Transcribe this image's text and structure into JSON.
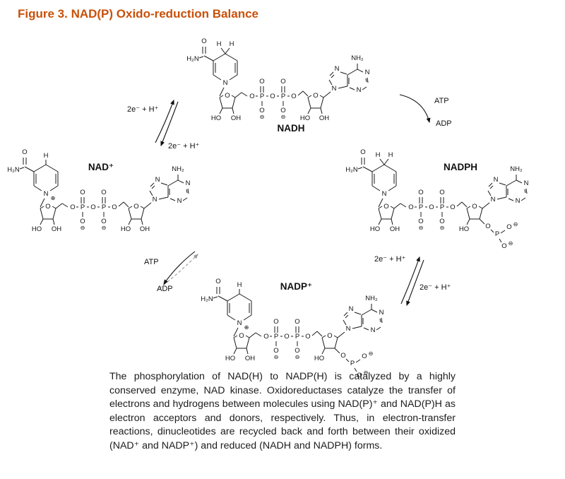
{
  "title": "Figure 3. NAD(P) Oxido-reduction Balance",
  "colors": {
    "title": "#c8500a",
    "bond": "#1a1a1a",
    "dashed_arrow": "#9a9a9a"
  },
  "molecules": [
    {
      "id": "nadh",
      "label": "NADH",
      "form": "reduced",
      "phospho": false
    },
    {
      "id": "nad",
      "label": "NAD⁺",
      "form": "oxidized",
      "phospho": false
    },
    {
      "id": "nadph",
      "label": "NADPH",
      "form": "reduced",
      "phospho": true
    },
    {
      "id": "nadp",
      "label": "NADP⁺",
      "form": "oxidized",
      "phospho": true
    }
  ],
  "atoms": {
    "h2n": "H₂N",
    "nh2": "NH₂",
    "o": "O",
    "ho": "HO",
    "oh": "OH",
    "n": "N",
    "p": "P",
    "h": "H",
    "plus": "⊕",
    "minus": "⊖"
  },
  "arrows": {
    "top_left": {
      "label_upper": "2e⁻ + H⁺",
      "label_lower": "2e⁻ + H⁺"
    },
    "top_right": {
      "label_top": "ATP",
      "label_bottom": "ADP"
    },
    "bottom_left": {
      "label_top": "ATP",
      "label_bottom": "ADP"
    },
    "bottom_right": {
      "label_upper": "2e⁻ + H⁺",
      "label_lower": "2e⁻ + H⁺"
    }
  },
  "caption": "The phosphorylation of NAD(H) to NADP(H) is catalyzed by a highly conserved enzyme, NAD kinase. Oxidoreductases catalyze the transfer of electrons and hydrogens between molecules using NAD(P)⁺ and NAD(P)H as electron acceptors and donors, respectively. Thus, in electron-transfer reactions, dinucleotides are recycled back and forth between their oxidized (NAD⁺ and NADP⁺) and reduced (NADH and NADPH) forms."
}
